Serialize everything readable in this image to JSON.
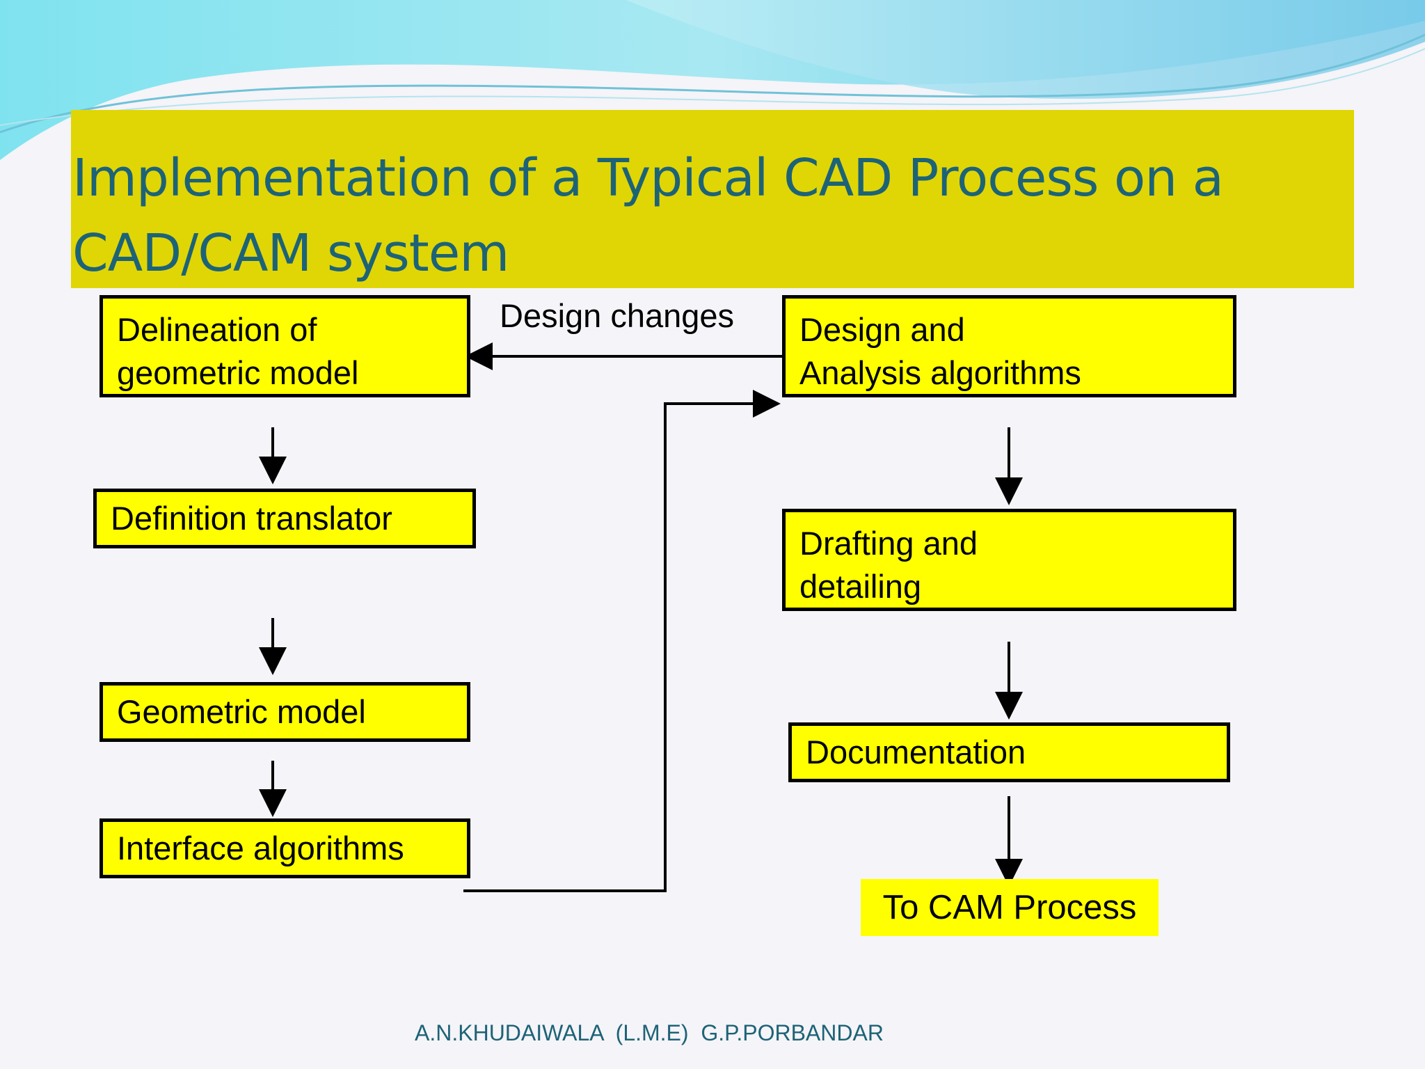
{
  "slide": {
    "title": "Implementation of a Typical CAD Process on a CAD/CAM system",
    "footer": "A.N.KHUDAIWALA  (L.M.E)  G.P.PORBANDAR"
  },
  "flow": {
    "left": {
      "delineation": "Delineation of\ngeometric model",
      "translator": "Definition translator",
      "geometric_model": "Geometric model",
      "interface": "Interface  algorithms"
    },
    "right": {
      "design_analysis": "Design and\nAnalysis algorithms",
      "drafting": "Drafting and\ndetailing",
      "documentation": "Documentation",
      "to_cam": "To CAM Process"
    },
    "feedback_label": "Design changes"
  },
  "colors": {
    "title_band": "#e0d605",
    "title_text": "#1d6377",
    "box_fill": "#ffff00",
    "box_border": "#000000"
  }
}
